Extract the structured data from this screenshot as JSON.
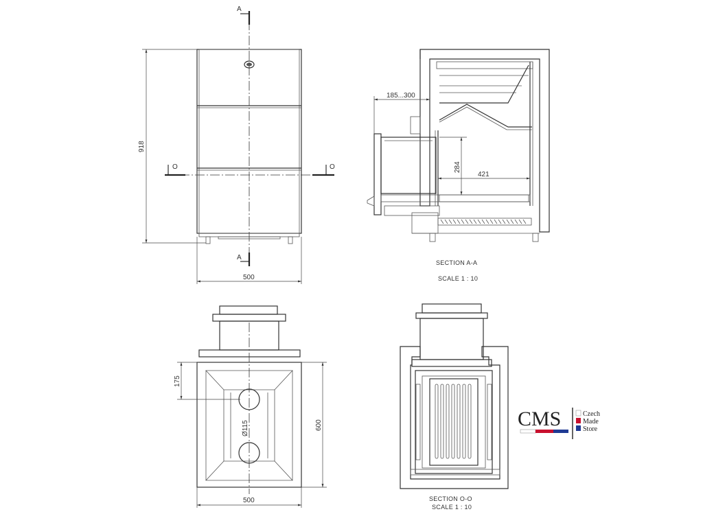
{
  "front_view": {
    "height_dim": "918",
    "width_dim": "500",
    "section_mark_a": "A",
    "section_mark_o": "O"
  },
  "section_aa": {
    "offset_dim": "185...300",
    "height_dim": "284",
    "depth_dim": "421",
    "title": "SECTION A-A",
    "scale": "SCALE 1 : 10"
  },
  "top_view": {
    "offset_dim": "175",
    "depth_dim": "600",
    "width_dim": "500",
    "diameter_dim": "Ø115"
  },
  "section_oo": {
    "title": "SECTION O-O",
    "scale": "SCALE 1 : 10"
  },
  "logo": {
    "mark": "CMS",
    "line1": "Czech",
    "line2": "Made",
    "line3": "Store",
    "colors": {
      "white": "#ffffff",
      "red": "#c8102e",
      "blue": "#1f3a93"
    }
  }
}
